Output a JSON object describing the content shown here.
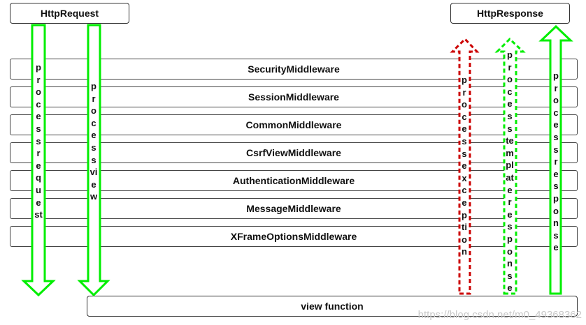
{
  "request_box": "HttpRequest",
  "response_box": "HttpResponse",
  "middlewares": [
    "SecurityMiddleware",
    "SessionMiddleware",
    "CommonMiddleware",
    "CsrfViewMiddleware",
    "AuthenticationMiddleware",
    "MessageMiddleware",
    "XFrameOptionsMiddleware"
  ],
  "view_function": "view function",
  "arrow_labels": {
    "process_request": "process request",
    "process_view": "process view",
    "process_exception": "process exception",
    "process_template_response": "process template response",
    "process_response": "process response"
  },
  "colors": {
    "green": "#00ee00",
    "red": "#cc0000"
  },
  "watermark": "https://blog.csdn.net/m0_49368362"
}
